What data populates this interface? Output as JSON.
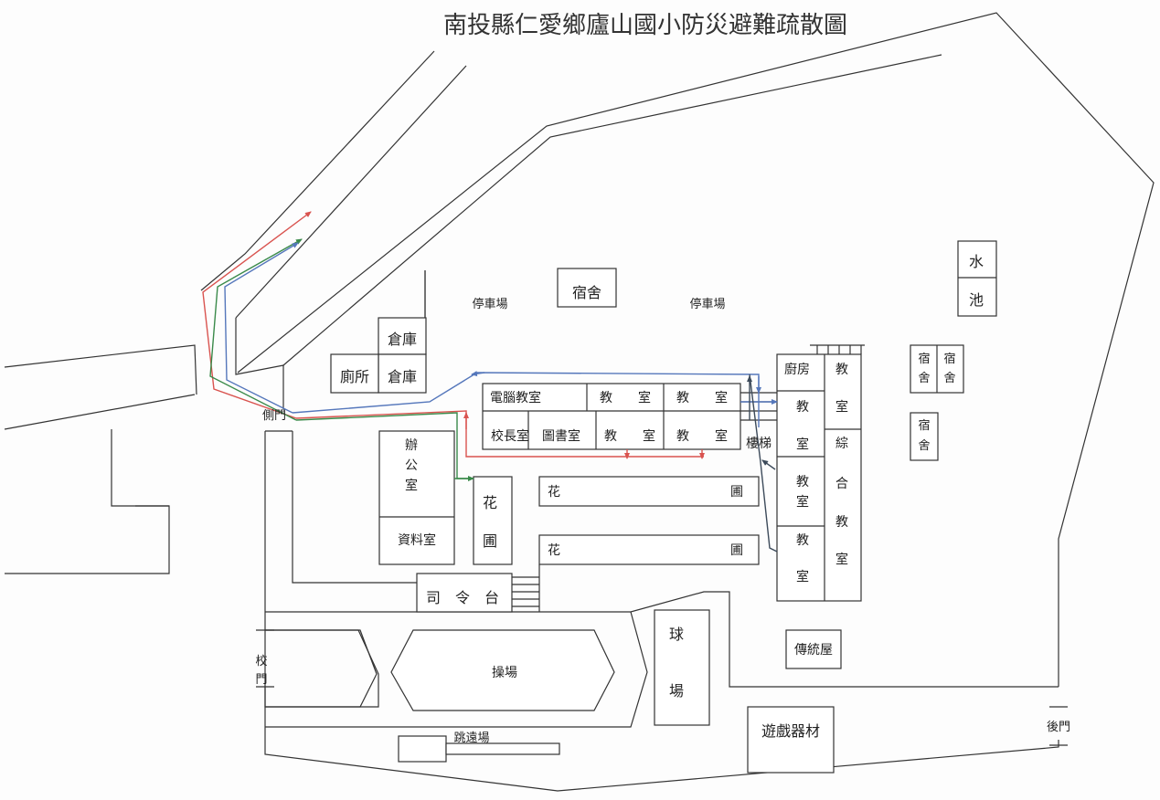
{
  "map": {
    "title": "南投縣仁愛鄉廬山國小防災避難疏散圖",
    "colors": {
      "red": "#d9534f",
      "green": "#3a8a4a",
      "blue": "#5577bb",
      "dark": "#3c4a5a"
    },
    "labels": {
      "parking_left": "停車場",
      "parking_right": "停車場",
      "dorm_top": "宿舍",
      "warehouse_1": "倉庫",
      "warehouse_2": "倉庫",
      "toilet": "廁所",
      "side_gate": "側門",
      "computer_room": "電腦教室",
      "classroom_1": "教　　室",
      "classroom_2": "教　　室",
      "principal_office": "校長室",
      "library": "圖書室",
      "classroom_3": "教　　室",
      "classroom_4": "教　　室",
      "office_v": [
        "辦",
        "公",
        "室"
      ],
      "archive": "資料室",
      "garden_v": [
        "花",
        "圃"
      ],
      "garden_row1_a": "花",
      "garden_row1_b": "圃",
      "garden_row2_a": "花",
      "garden_row2_b": "圃",
      "stage": "司　令　台",
      "kitchen": "廚房",
      "stairs": "樓梯",
      "east_classroom_top_v": [
        "教",
        "室"
      ],
      "east_classroom_a_v": [
        "教",
        "室"
      ],
      "east_classroom_b_v": [
        "教",
        "室"
      ],
      "east_classroom_c_v": [
        "教",
        "室"
      ],
      "multipurpose_v": [
        "綜",
        "合",
        "教",
        "室"
      ],
      "pool_v": [
        "水",
        "池"
      ],
      "dorm_e1_v": [
        "宿",
        "舍"
      ],
      "dorm_e2_v": [
        "宿",
        "舍"
      ],
      "dorm_e3_v": [
        "宿",
        "舍"
      ],
      "field": "操場",
      "ball_court_v": [
        "球",
        "場"
      ],
      "traditional_house": "傳統屋",
      "playground": "遊戲器材",
      "main_gate_v": [
        "校",
        "門"
      ],
      "back_gate": "後門",
      "long_jump": "跳遠場"
    }
  }
}
